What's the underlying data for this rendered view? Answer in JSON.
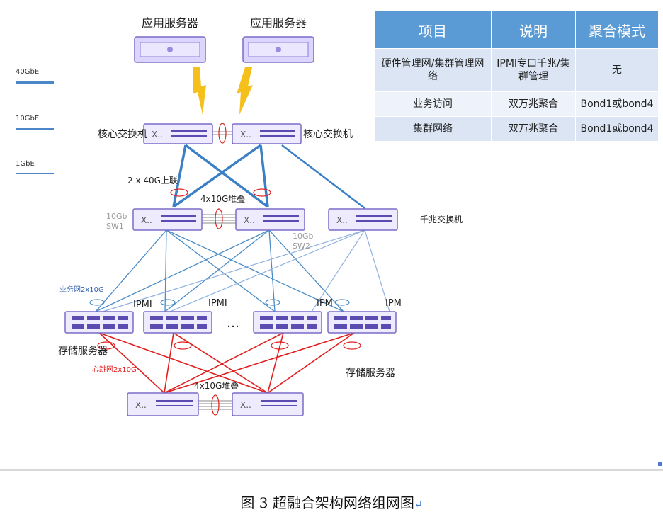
{
  "legend": [
    {
      "label": "40GbE"
    },
    {
      "label": "10GbE"
    },
    {
      "label": "1GbE"
    }
  ],
  "table": {
    "headers": [
      "项目",
      "说明",
      "聚合模式"
    ],
    "rows": [
      [
        "硬件管理网/集群管理网络",
        "IPMI专口千兆/集群管理",
        "无"
      ],
      [
        "业务访问",
        "双万兆聚合",
        "Bond1或bond4"
      ],
      [
        "集群网络",
        "双万兆聚合",
        "Bond1或bond4"
      ]
    ]
  },
  "diagram": {
    "app_server_1": "应用服务器",
    "app_server_2": "应用服务器",
    "core_switch_1": "核心交换机",
    "core_switch_2": "核心交换机",
    "uplink_label": "2 x 40G上联",
    "stack_label_top": "4x10G堆叠",
    "sw1_label": "10Gb\nSW1",
    "sw2_label": "10Gb\nSW2",
    "gigabit_switch": "千兆交换机",
    "business_net": "业务网2x10G",
    "ipmi_labels": [
      "IPMI",
      "IPMI",
      "IPM",
      "IPM"
    ],
    "ellipsis": "…",
    "storage_server_1": "存储服务器",
    "storage_server_2": "存储服务器",
    "heartbeat_net": "心跳网2x10G",
    "stack_label_bottom": "4x10G堆叠",
    "switch_glyph": "X..."
  },
  "colors": {
    "blue_link": "#3b7fc4",
    "light_link": "#8fb0e0",
    "red_link": "#e02020",
    "device_fill": "#eeebff",
    "device_border": "#7a6cc8",
    "bolt": "#f6c01c"
  },
  "caption": "图 3  超融合架构网络组网图",
  "caption_mark": "↵"
}
